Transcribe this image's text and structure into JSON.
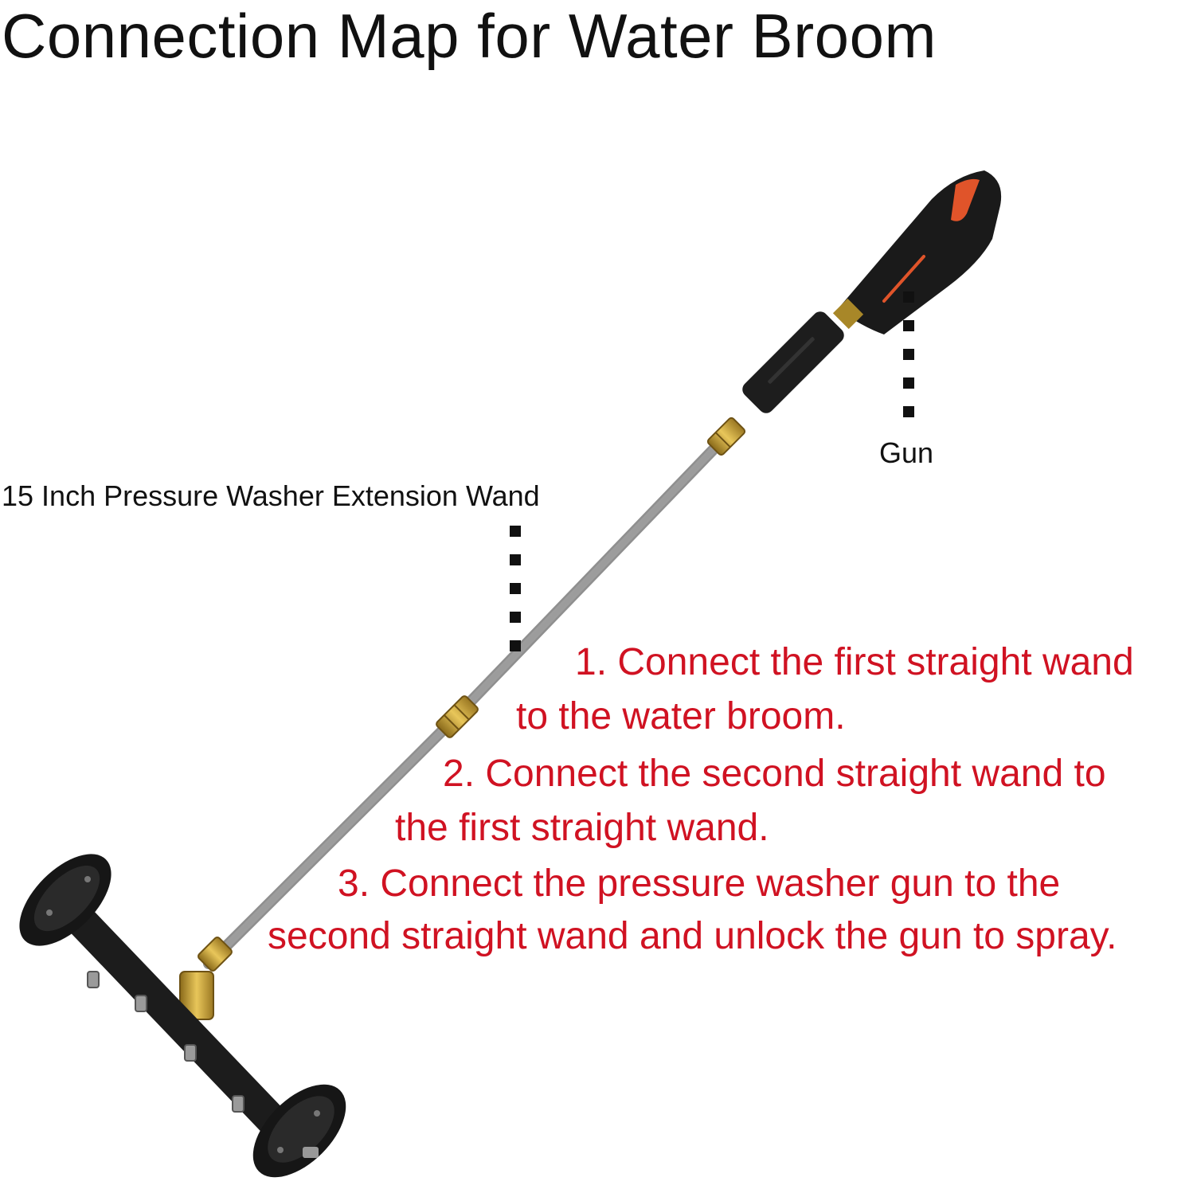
{
  "title": "Connection Map for Water Broom",
  "labels": {
    "gun": "Gun",
    "extension_wand": "15 Inch Pressure Washer Extension Wand"
  },
  "steps": [
    {
      "line1": "1. Connect the first straight wand",
      "line2": "to the water broom."
    },
    {
      "line1": "2. Connect the second straight wand to",
      "line2": "the first straight wand."
    },
    {
      "line1": "3. Connect the pressure washer gun to the",
      "line2": "second straight wand and unlock the gun to spray."
    }
  ],
  "colors": {
    "step_text": "#d01222",
    "label_text": "#111111",
    "wand_steel": "#b9b9b9",
    "brass": "#c9a23a",
    "broom_black": "#1c1c1c",
    "gun_accent": "#e0542a"
  }
}
